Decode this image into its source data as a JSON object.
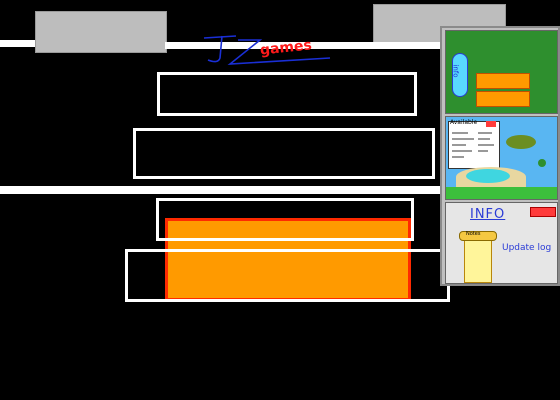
{
  "logo": {
    "initials": "JZ",
    "word": "games"
  },
  "thumbnails": {
    "first": {
      "pill_text": "info"
    },
    "second": {
      "heading": "Available"
    },
    "third": {
      "title": "INFO",
      "scroll_label": "Notes",
      "update_log": "Update log"
    }
  },
  "colors": {
    "background": "#000000",
    "gray_block": "#bdbdbd",
    "orange": "#ff9a00",
    "orange_border": "#ff2a00",
    "green_panel": "#2e8f2e",
    "sky": "#59b6f2",
    "pill": "#59d8ff",
    "red_close": "#ff3b3b",
    "logo_blue": "#1a2fd6",
    "logo_red": "#ff1a1a"
  }
}
